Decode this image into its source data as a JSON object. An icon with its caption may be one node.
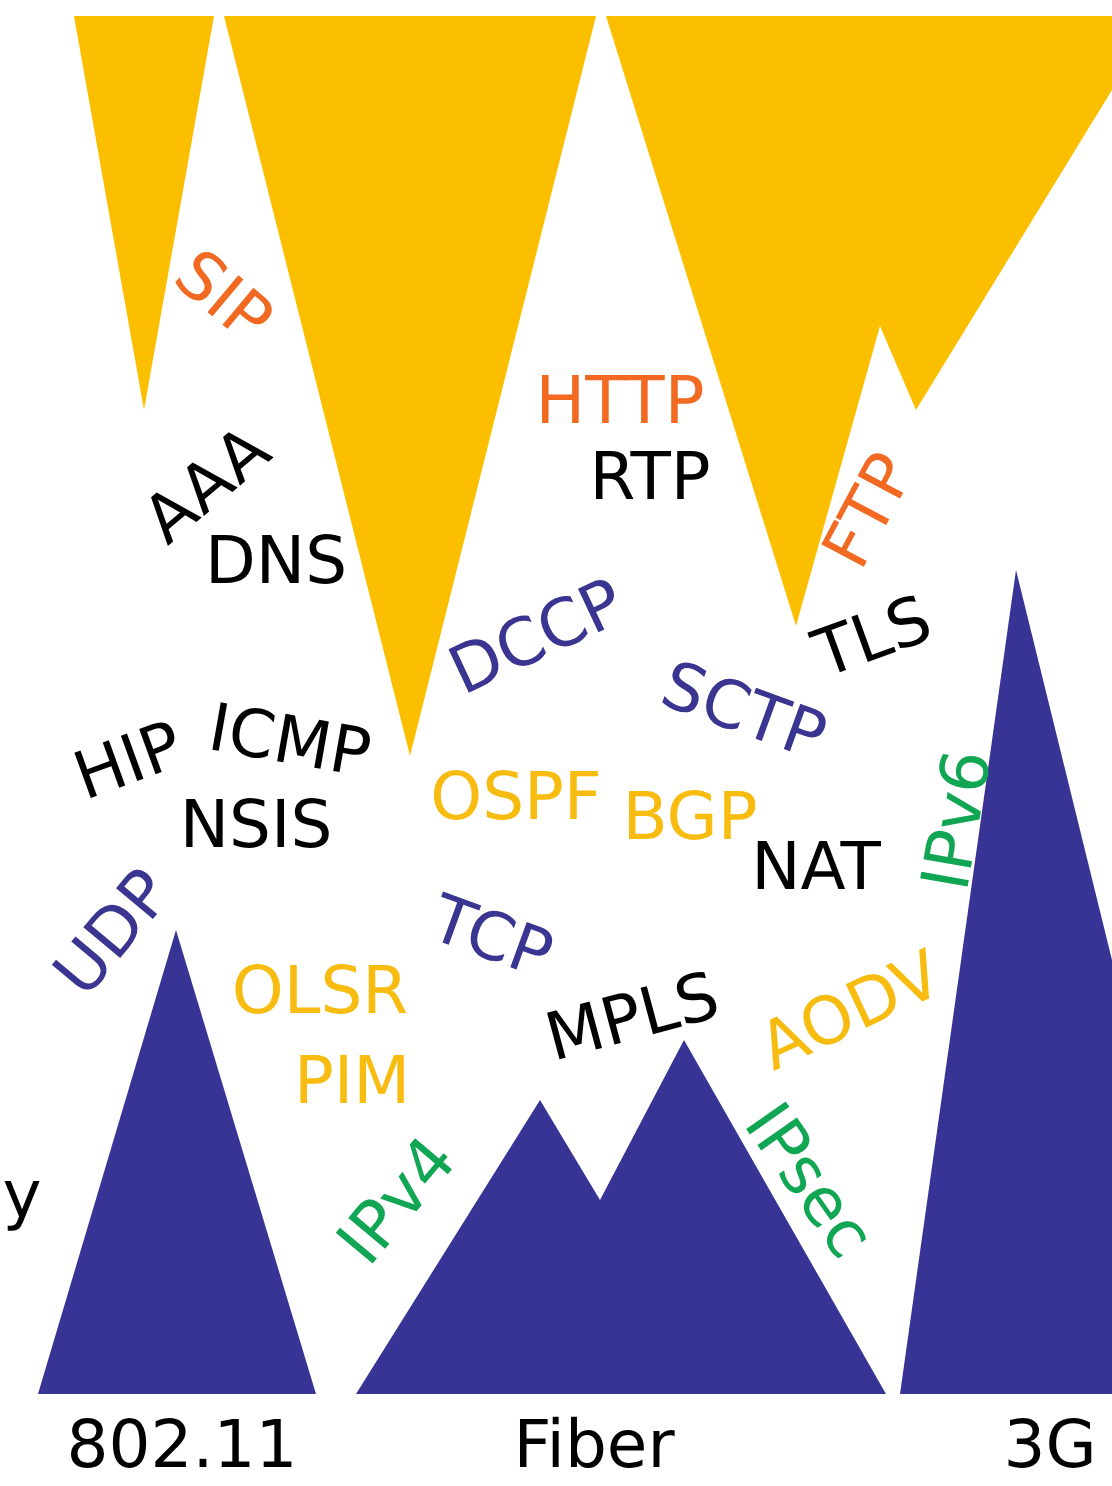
{
  "diagram": {
    "labels": [
      "SIP",
      "HTTP",
      "RTP",
      "AAA",
      "FTP",
      "DNS",
      "DCCP",
      "TLS",
      "SCTP",
      "ICMP",
      "HIP",
      "OSPF",
      "BGP",
      "IPv6",
      "NSIS",
      "NAT",
      "UDP",
      "TCP",
      "OLSR",
      "MPLS",
      "AODV",
      "PIM",
      "y",
      "IPv4",
      "IPsec",
      "802.11",
      "Fiber",
      "3G"
    ]
  }
}
